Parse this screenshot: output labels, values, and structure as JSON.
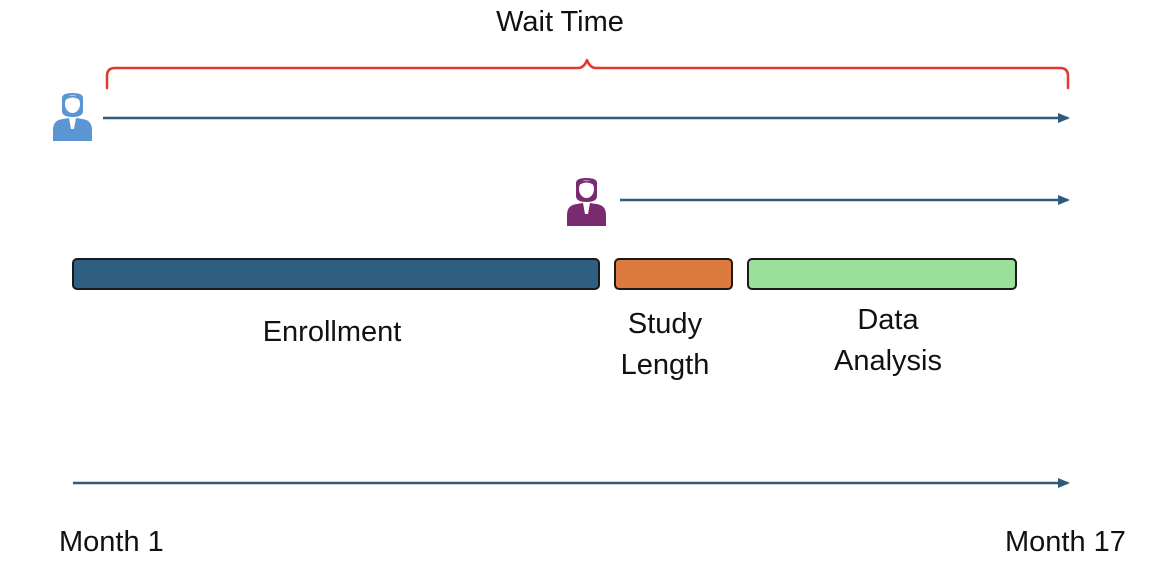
{
  "diagram": {
    "wait_time_label": "Wait Time",
    "phases": {
      "enrollment": {
        "label": "Enrollment",
        "color": "#2e5f80"
      },
      "study_length": {
        "line1": "Study",
        "line2": "Length",
        "color": "#dd7a3e"
      },
      "data_analysis": {
        "line1": "Data",
        "line2": "Analysis",
        "color": "#9be09a"
      }
    },
    "timeline": {
      "start_label": "Month 1",
      "end_label": "Month 17"
    },
    "participants": [
      {
        "icon": "person-icon",
        "color": "#5b95d4"
      },
      {
        "icon": "person-icon",
        "color": "#7a2a6e"
      }
    ],
    "colors": {
      "arrow": "#2f5a7a",
      "brace": "#e03a2f",
      "bar_border": "#1a1a1a"
    }
  }
}
